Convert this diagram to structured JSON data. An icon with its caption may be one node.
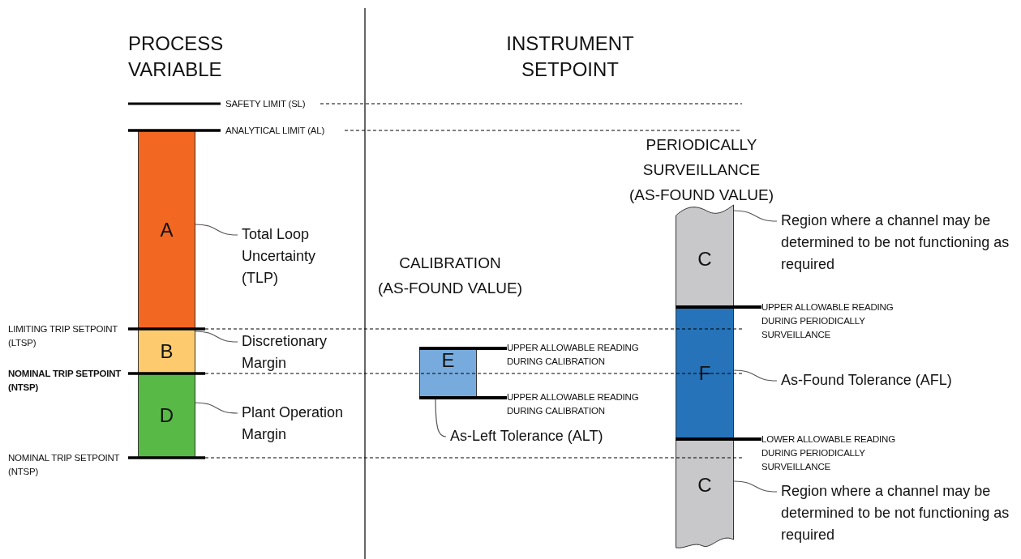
{
  "diagram": {
    "nodes": [
      {
        "text": [
          "A"
        ]
      },
      {
        "text": [
          "B"
        ]
      },
      {
        "text": [
          "D"
        ]
      },
      {
        "text": [
          "Total Loop Uncertainty (TLP)"
        ]
      },
      {
        "text": [
          "Discretionary Margin"
        ]
      },
      {
        "text": [
          "Plant Operation Margin"
        ]
      },
      {
        "text": [
          "E"
        ]
      },
      {
        "text": [
          "As-Left Tolerance (ALT)"
        ]
      },
      {
        "text": [
          "C"
        ]
      },
      {
        "text": [
          "F"
        ]
      },
      {
        "text": [
          "C"
        ]
      },
      {
        "text": [
          "Region where a channel may be determined to be not functioning as required"
        ]
      },
      {
        "text": [
          "As-Found Tolerance (AFL)"
        ]
      },
      {
        "text": [
          "Region where a channel may be determined to be not functioning as required"
        ]
      },
      {
        "text": [
          "UPPER ALLOWABLE READING DURING CALIBRATION"
        ]
      },
      {
        "text": [
          "UPPER ALLOWABLE READING DURING CALIBRATION"
        ]
      },
      {
        "text": [
          "UPPER ALLOWABLE READING DURING PERIODICALLY SURVEILLANCE"
        ]
      },
      {
        "text": [
          "LOWER ALLOWABLE READING DURING PERIODICALLY SURVEILLANCE"
        ]
      }
    ],
    "edges": [
      {
        "from": 3,
        "to": 0,
        "arrow": "none"
      },
      {
        "from": 4,
        "to": 1,
        "arrow": "none"
      },
      {
        "from": 5,
        "to": 2,
        "arrow": "none"
      },
      {
        "from": 7,
        "to": 6,
        "arrow": "none"
      },
      {
        "from": 11,
        "to": 8,
        "arrow": "none"
      },
      {
        "from": 12,
        "to": 9,
        "arrow": "none"
      },
      {
        "from": 13,
        "to": 10,
        "arrow": "none"
      },
      {
        "from": 6,
        "to": 14,
        "arrow": "none",
        "style": "thick",
        "color": "#000000"
      },
      {
        "from": 6,
        "to": 15,
        "arrow": "none",
        "style": "thick",
        "color": "#000000"
      },
      {
        "from": 8,
        "to": 16,
        "arrow": "none",
        "style": "thick",
        "color": "#000000"
      },
      {
        "from": 10,
        "to": 17,
        "arrow": "none",
        "style": "thick",
        "color": "#000000"
      }
    ],
    "labels": [
      "PROCESS VARIABLE",
      "INSTRUMENT SETPOINT",
      "SAFETY LIMIT (SL)",
      "ANALYTICAL LIMIT (AL)",
      "LIMITING TRIP SETPOINT (LTSP)",
      "NOMINAL TRIP SETPOINT (NTSP)",
      "NOMINAL TRIP SETPOINT (NTSP)",
      "PERIODICALLY SURVEILLANCE (AS-FOUND VALUE)",
      "CALIBRATION (AS-FOUND VALUE)"
    ]
  }
}
